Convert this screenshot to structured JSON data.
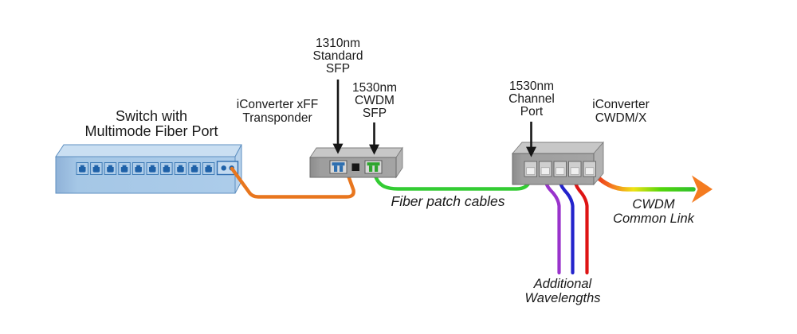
{
  "switch": {
    "label_line1": "Switch with",
    "label_line2": "Multimode Fiber Port"
  },
  "transponder": {
    "name_line1": "iConverter xFF",
    "name_line2": "Transponder",
    "sfp1310_line1": "1310nm",
    "sfp1310_line2": "Standard",
    "sfp1310_line3": "SFP",
    "sfp1530_line1": "1530nm",
    "sfp1530_line2": "CWDM",
    "sfp1530_line3": "SFP"
  },
  "cwdmx": {
    "name_line1": "iConverter",
    "name_line2": "CWDM/X",
    "channel_line1": "1530nm",
    "channel_line2": "Channel",
    "channel_line3": "Port"
  },
  "cables": {
    "fiber_patch_label": "Fiber patch cables",
    "additional_line1": "Additional",
    "additional_line2": "Wavelengths",
    "common_link_line1": "CWDM",
    "common_link_line2": "Common Link"
  },
  "colors": {
    "switch_label_blue": "#1B75BC",
    "cable_orange": "#E8761E",
    "cable_green": "#33CC33",
    "cable_purple": "#9933CC",
    "cable_blue": "#2323CC",
    "cable_red": "#DE1414",
    "rainbow_start_red": "#E81616",
    "rainbow_orange": "#F47B20",
    "rainbow_yellow": "#EFE313",
    "rainbow_green": "#52D60A",
    "rainbow_end_green": "#2EBF2E",
    "arrowhead_orange": "#F47B20"
  }
}
